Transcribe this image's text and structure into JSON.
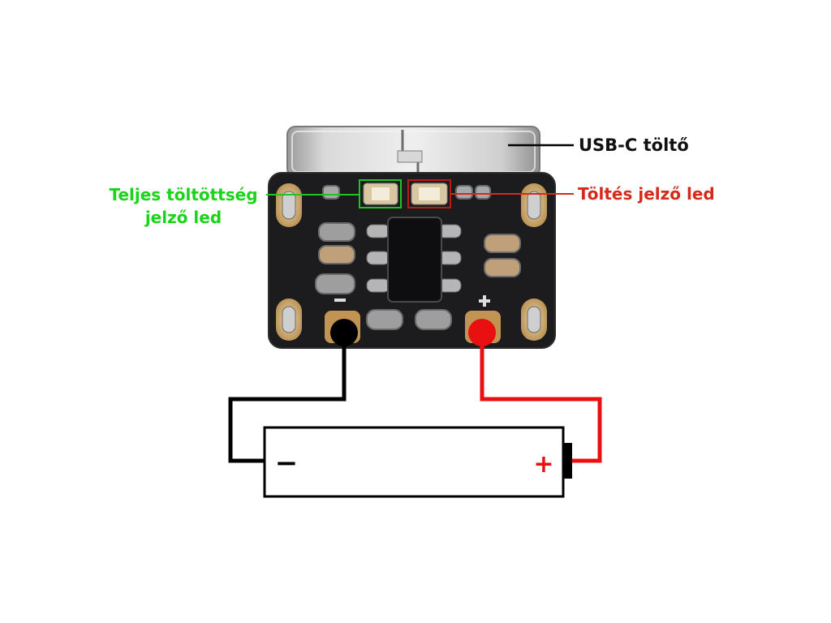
{
  "labels": {
    "usb_c": "USB-C töltő",
    "full_charge_line1": "Teljes töltöttség",
    "full_charge_line2": "jelző led",
    "charging": "Töltés jelző led"
  },
  "battery": {
    "minus": "−",
    "plus": "+"
  },
  "colors": {
    "full_charge_label": "#19d419",
    "charging_label": "#d42a1a",
    "negative_wire": "#000000",
    "positive_wire": "#e81010",
    "pcb": "#1c1b1d"
  }
}
